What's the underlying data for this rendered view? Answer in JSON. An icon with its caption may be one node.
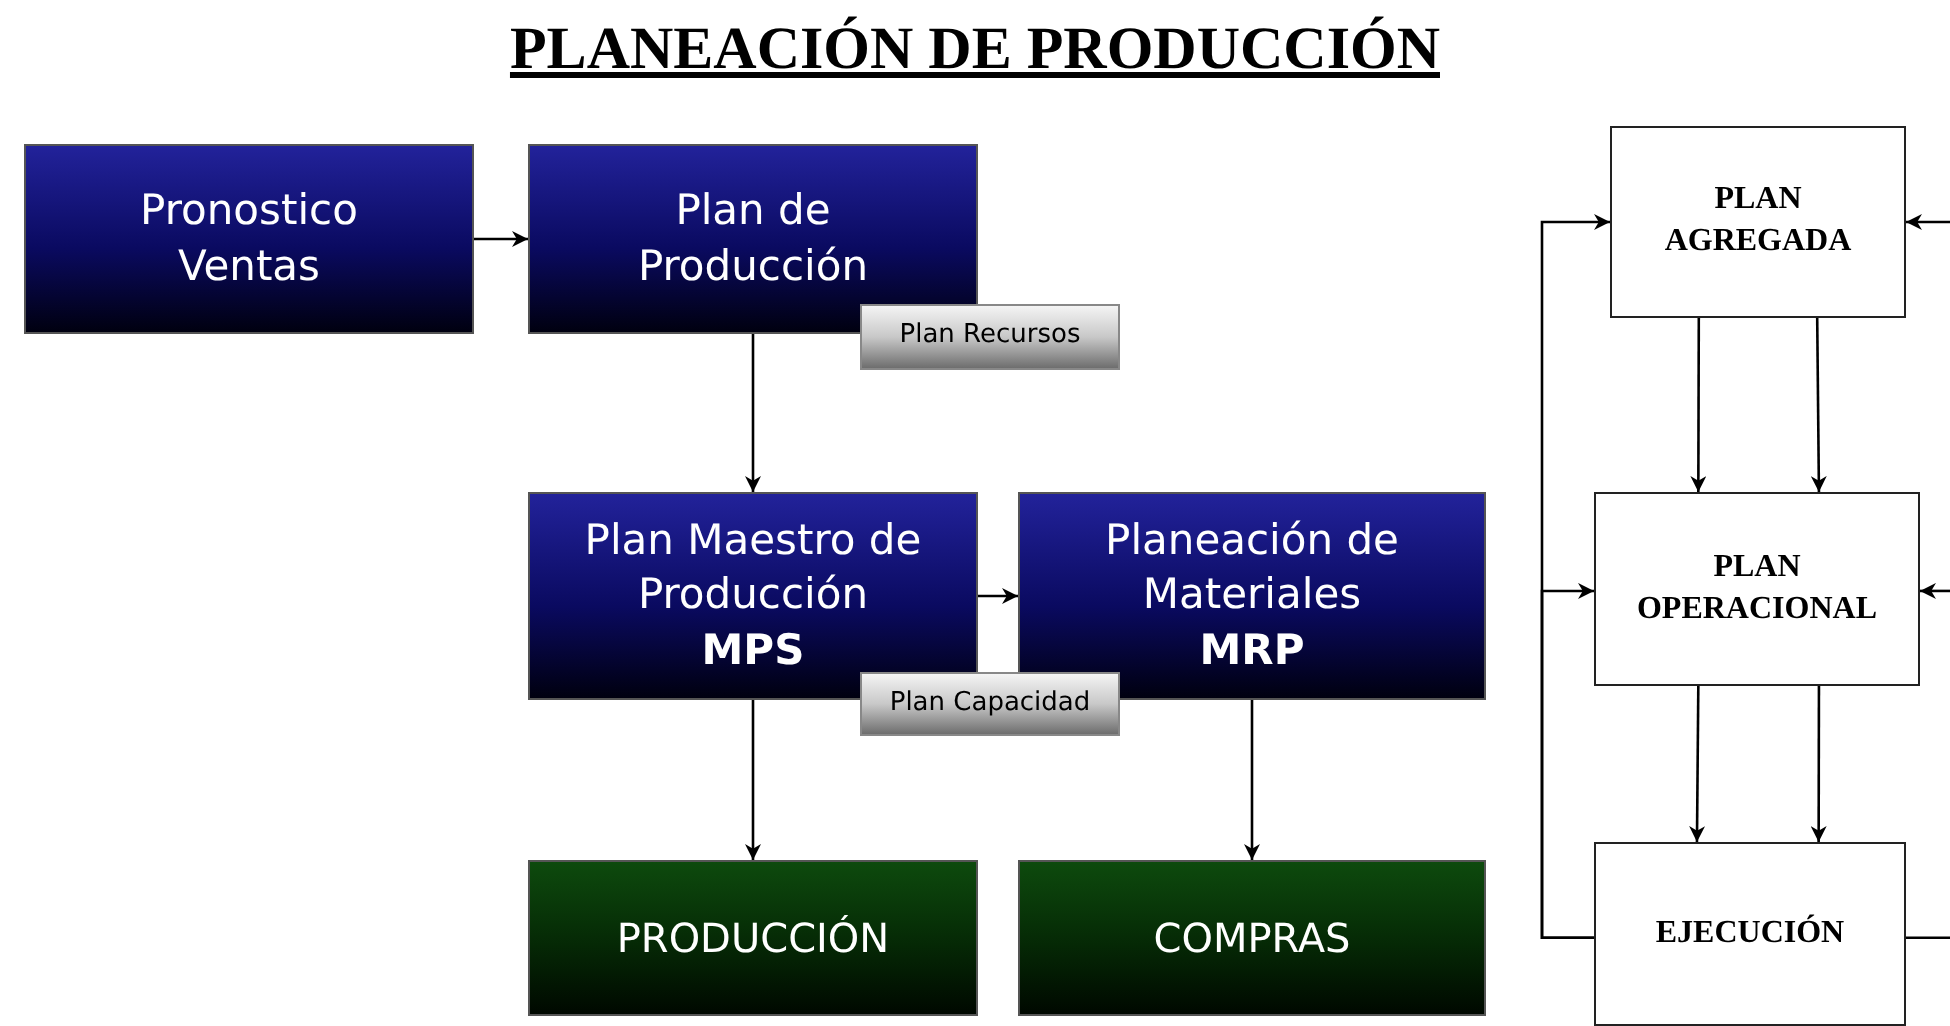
{
  "diagram": {
    "title": "PLANEACIÓN DE PRODUCCIÓN",
    "nodes": [
      {
        "text": [
          "Pronostico Ventas"
        ]
      },
      {
        "text": [
          "Plan de Producción"
        ]
      },
      {
        "text": [
          "Plan Recursos"
        ]
      },
      {
        "text": [
          "Plan Maestro de Producción",
          "MPS"
        ]
      },
      {
        "text": [
          "Planeación de Materiales",
          "MRP"
        ]
      },
      {
        "text": [
          "Plan Capacidad"
        ]
      },
      {
        "text": [
          "PRODUCCIÓN"
        ]
      },
      {
        "text": [
          "COMPRAS"
        ]
      },
      {
        "text": [
          "PLAN AGREGADA"
        ]
      },
      {
        "text": [
          "PLAN OPERACIONAL"
        ]
      },
      {
        "text": [
          "EJECUCIÓN"
        ]
      }
    ],
    "edges": [
      {
        "from": 0,
        "to": 1,
        "arrow": "to"
      },
      {
        "from": 1,
        "to": 3,
        "arrow": "to"
      },
      {
        "from": 3,
        "to": 4,
        "arrow": "to"
      },
      {
        "from": 3,
        "to": 6,
        "arrow": "to"
      },
      {
        "from": 4,
        "to": 7,
        "arrow": "to"
      },
      {
        "from": 8,
        "to": 9,
        "arrow": "to"
      },
      {
        "from": 8,
        "to": 9,
        "arrow": "to"
      },
      {
        "from": 9,
        "to": 10,
        "arrow": "to"
      },
      {
        "from": 9,
        "to": 10,
        "arrow": "to"
      },
      {
        "from": 10,
        "to": 8,
        "arrow": "to"
      },
      {
        "from": 10,
        "to": 9,
        "arrow": "to"
      },
      {
        "from": 10,
        "to": null,
        "arrow": "none"
      },
      {
        "from": null,
        "to": 8,
        "arrow": "to"
      },
      {
        "from": null,
        "to": 9,
        "arrow": "to"
      }
    ]
  }
}
